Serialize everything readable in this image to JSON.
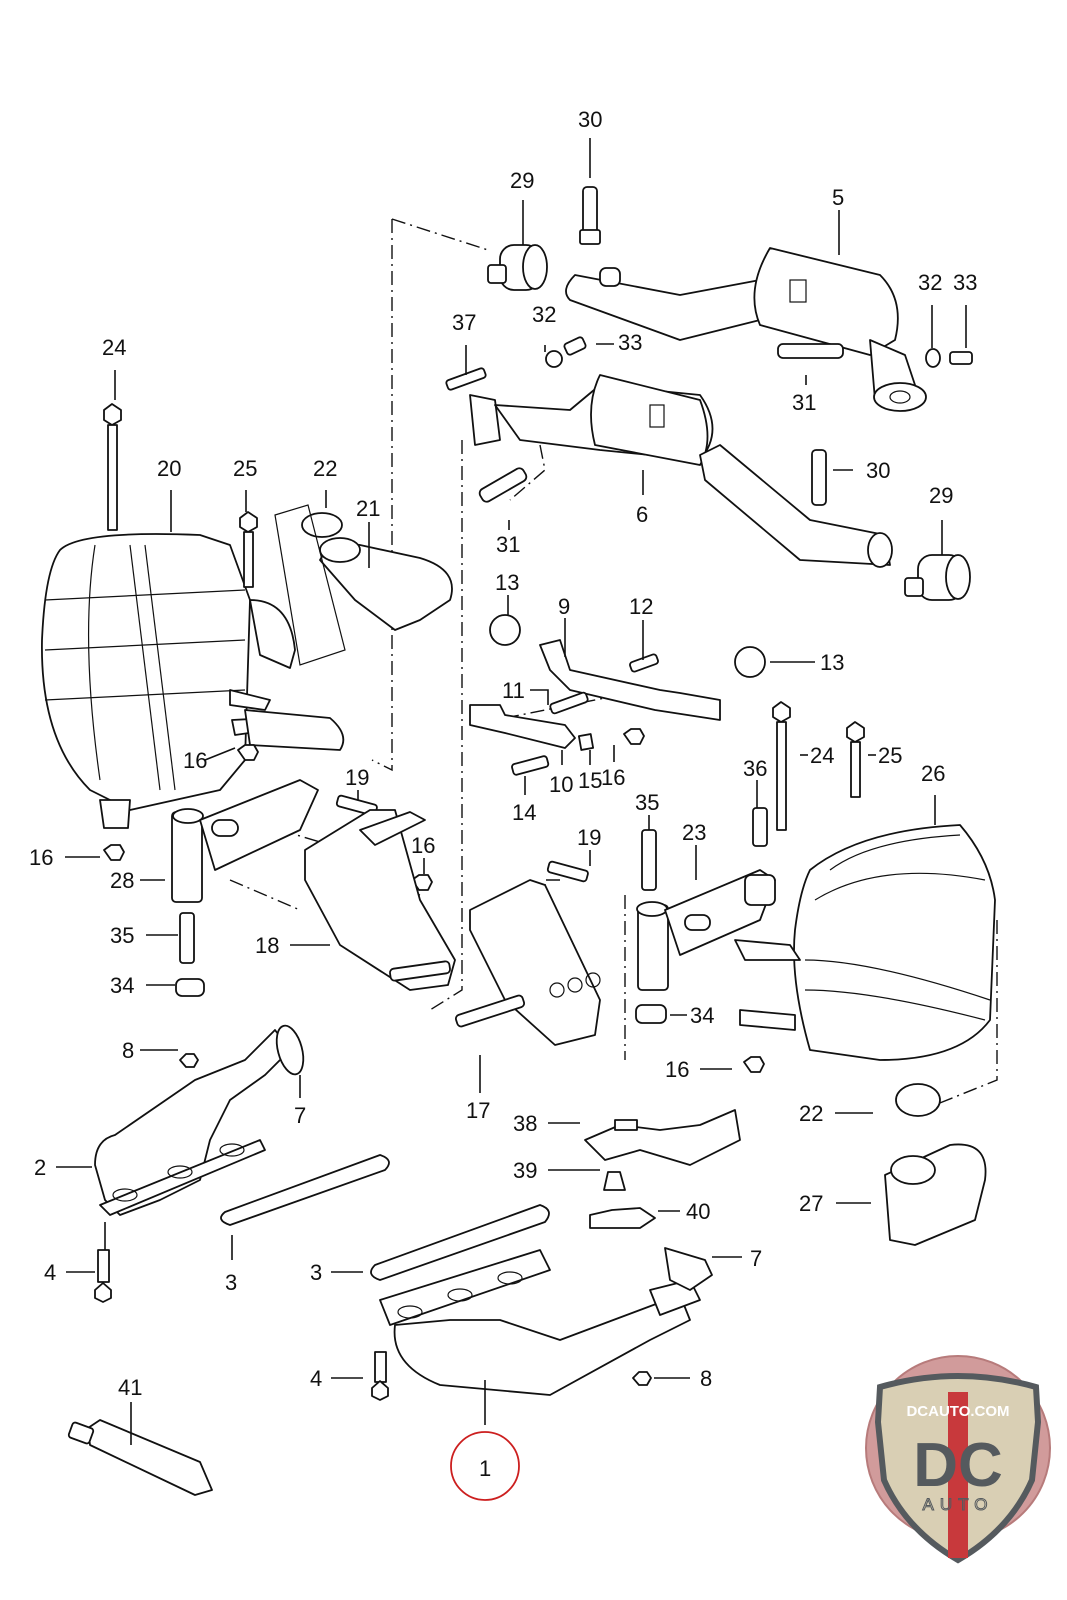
{
  "diagram": {
    "title": "Exhaust system parts diagram",
    "highlighted_part": "1",
    "highlight_color": "#cc1f1f",
    "callouts": [
      {
        "id": "c30a",
        "label": "30"
      },
      {
        "id": "c29a",
        "label": "29"
      },
      {
        "id": "c5",
        "label": "5"
      },
      {
        "id": "c32a",
        "label": "32"
      },
      {
        "id": "c33a",
        "label": "33"
      },
      {
        "id": "c37",
        "label": "37"
      },
      {
        "id": "c32b",
        "label": "32"
      },
      {
        "id": "c33b",
        "label": "33"
      },
      {
        "id": "c31a",
        "label": "31"
      },
      {
        "id": "c24a",
        "label": "24"
      },
      {
        "id": "c20",
        "label": "20"
      },
      {
        "id": "c25a",
        "label": "25"
      },
      {
        "id": "c22a",
        "label": "22"
      },
      {
        "id": "c21",
        "label": "21"
      },
      {
        "id": "c6",
        "label": "6"
      },
      {
        "id": "c30b",
        "label": "30"
      },
      {
        "id": "c29b",
        "label": "29"
      },
      {
        "id": "c31b",
        "label": "31"
      },
      {
        "id": "c13a",
        "label": "13"
      },
      {
        "id": "c9",
        "label": "9"
      },
      {
        "id": "c12",
        "label": "12"
      },
      {
        "id": "c13b",
        "label": "13"
      },
      {
        "id": "c11",
        "label": "11"
      },
      {
        "id": "c24b",
        "label": "24"
      },
      {
        "id": "c25b",
        "label": "25"
      },
      {
        "id": "c36",
        "label": "36"
      },
      {
        "id": "c26",
        "label": "26"
      },
      {
        "id": "c16a",
        "label": "16"
      },
      {
        "id": "c19a",
        "label": "19"
      },
      {
        "id": "c10",
        "label": "10"
      },
      {
        "id": "c15",
        "label": "15"
      },
      {
        "id": "c16b",
        "label": "16"
      },
      {
        "id": "c14",
        "label": "14"
      },
      {
        "id": "c35a",
        "label": "35"
      },
      {
        "id": "c23",
        "label": "23"
      },
      {
        "id": "c16c",
        "label": "16"
      },
      {
        "id": "c16d",
        "label": "16"
      },
      {
        "id": "c28",
        "label": "28"
      },
      {
        "id": "c19b",
        "label": "19"
      },
      {
        "id": "c35b",
        "label": "35"
      },
      {
        "id": "c18",
        "label": "18"
      },
      {
        "id": "c34a",
        "label": "34"
      },
      {
        "id": "c34b",
        "label": "34"
      },
      {
        "id": "c8a",
        "label": "8"
      },
      {
        "id": "c16e",
        "label": "16"
      },
      {
        "id": "c7a",
        "label": "7"
      },
      {
        "id": "c17",
        "label": "17"
      },
      {
        "id": "c22b",
        "label": "22"
      },
      {
        "id": "c38",
        "label": "38"
      },
      {
        "id": "c2",
        "label": "2"
      },
      {
        "id": "c39",
        "label": "39"
      },
      {
        "id": "c27",
        "label": "27"
      },
      {
        "id": "c40",
        "label": "40"
      },
      {
        "id": "c3a",
        "label": "3"
      },
      {
        "id": "c4a",
        "label": "4"
      },
      {
        "id": "c3b",
        "label": "3"
      },
      {
        "id": "c7b",
        "label": "7"
      },
      {
        "id": "c4b",
        "label": "4"
      },
      {
        "id": "c8b",
        "label": "8"
      },
      {
        "id": "c41",
        "label": "41"
      },
      {
        "id": "c1",
        "label": "1"
      }
    ]
  },
  "logo": {
    "url_text": "DCAUTO.COM",
    "monogram": "DC",
    "sub_text": "AUTO",
    "colors": {
      "badge_bg": "#c98a8a",
      "shield": "#d9cfb4",
      "letters": "#555a5e",
      "stripe": "#c8393c"
    }
  }
}
